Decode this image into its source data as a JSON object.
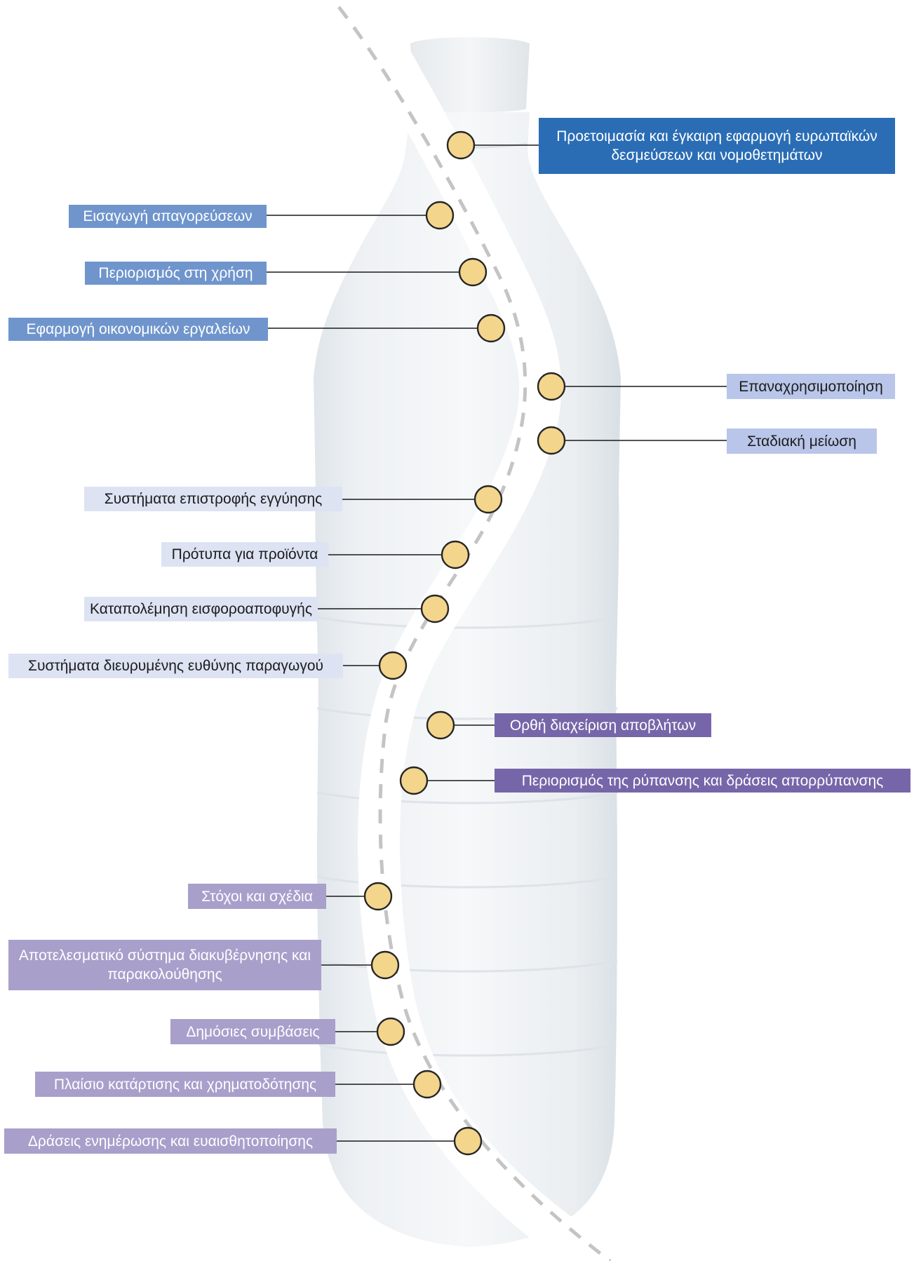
{
  "colors": {
    "eu": "#2a6db5",
    "blue": "#6f95cc",
    "light_blue": "#b9c6ea",
    "pale_blue": "#dde3f3",
    "purple": "#7666a9",
    "lilac": "#a99fcb",
    "dot_fill": "#f3d58c",
    "dot_stroke": "#262626",
    "road_dash": "#c4c4c4"
  },
  "labels": {
    "eu": "Προετοιμασία και έγκαιρη εφαρμογή ευρωπαϊκών δεσμεύσεων και νομοθετημάτων",
    "bans": "Εισαγωγή απαγορεύσεων",
    "restriction": "Περιορισμός στη χρήση",
    "economic": "Εφαρμογή οικονομικών εργαλείων",
    "reuse": "Επαναχρησιμοποίηση",
    "phaseout": "Σταδιακή μείωση",
    "deposit": "Συστήματα επιστροφής εγγύησης",
    "standards": "Πρότυπα για προϊόντα",
    "evasion": "Καταπολέμηση εισφοροαποφυγής",
    "epr": "Συστήματα διευρυμένης ευθύνης παραγωγού",
    "waste": "Ορθή διαχείριση αποβλήτων",
    "pollution": "Περιορισμός της ρύπανσης και δράσεις απορρύπανσης",
    "targets": "Στόχοι και σχέδια",
    "governance": "Αποτελεσματικό σύστημα διακυβέρνησης και παρακολούθησης",
    "procurement": "Δημόσιες συμβάσεις",
    "training": "Πλαίσιο κατάρτισης και χρηματοδότησης",
    "awareness": "Δράσεις ενημέρωσης και ευαισθητοποίησης"
  }
}
